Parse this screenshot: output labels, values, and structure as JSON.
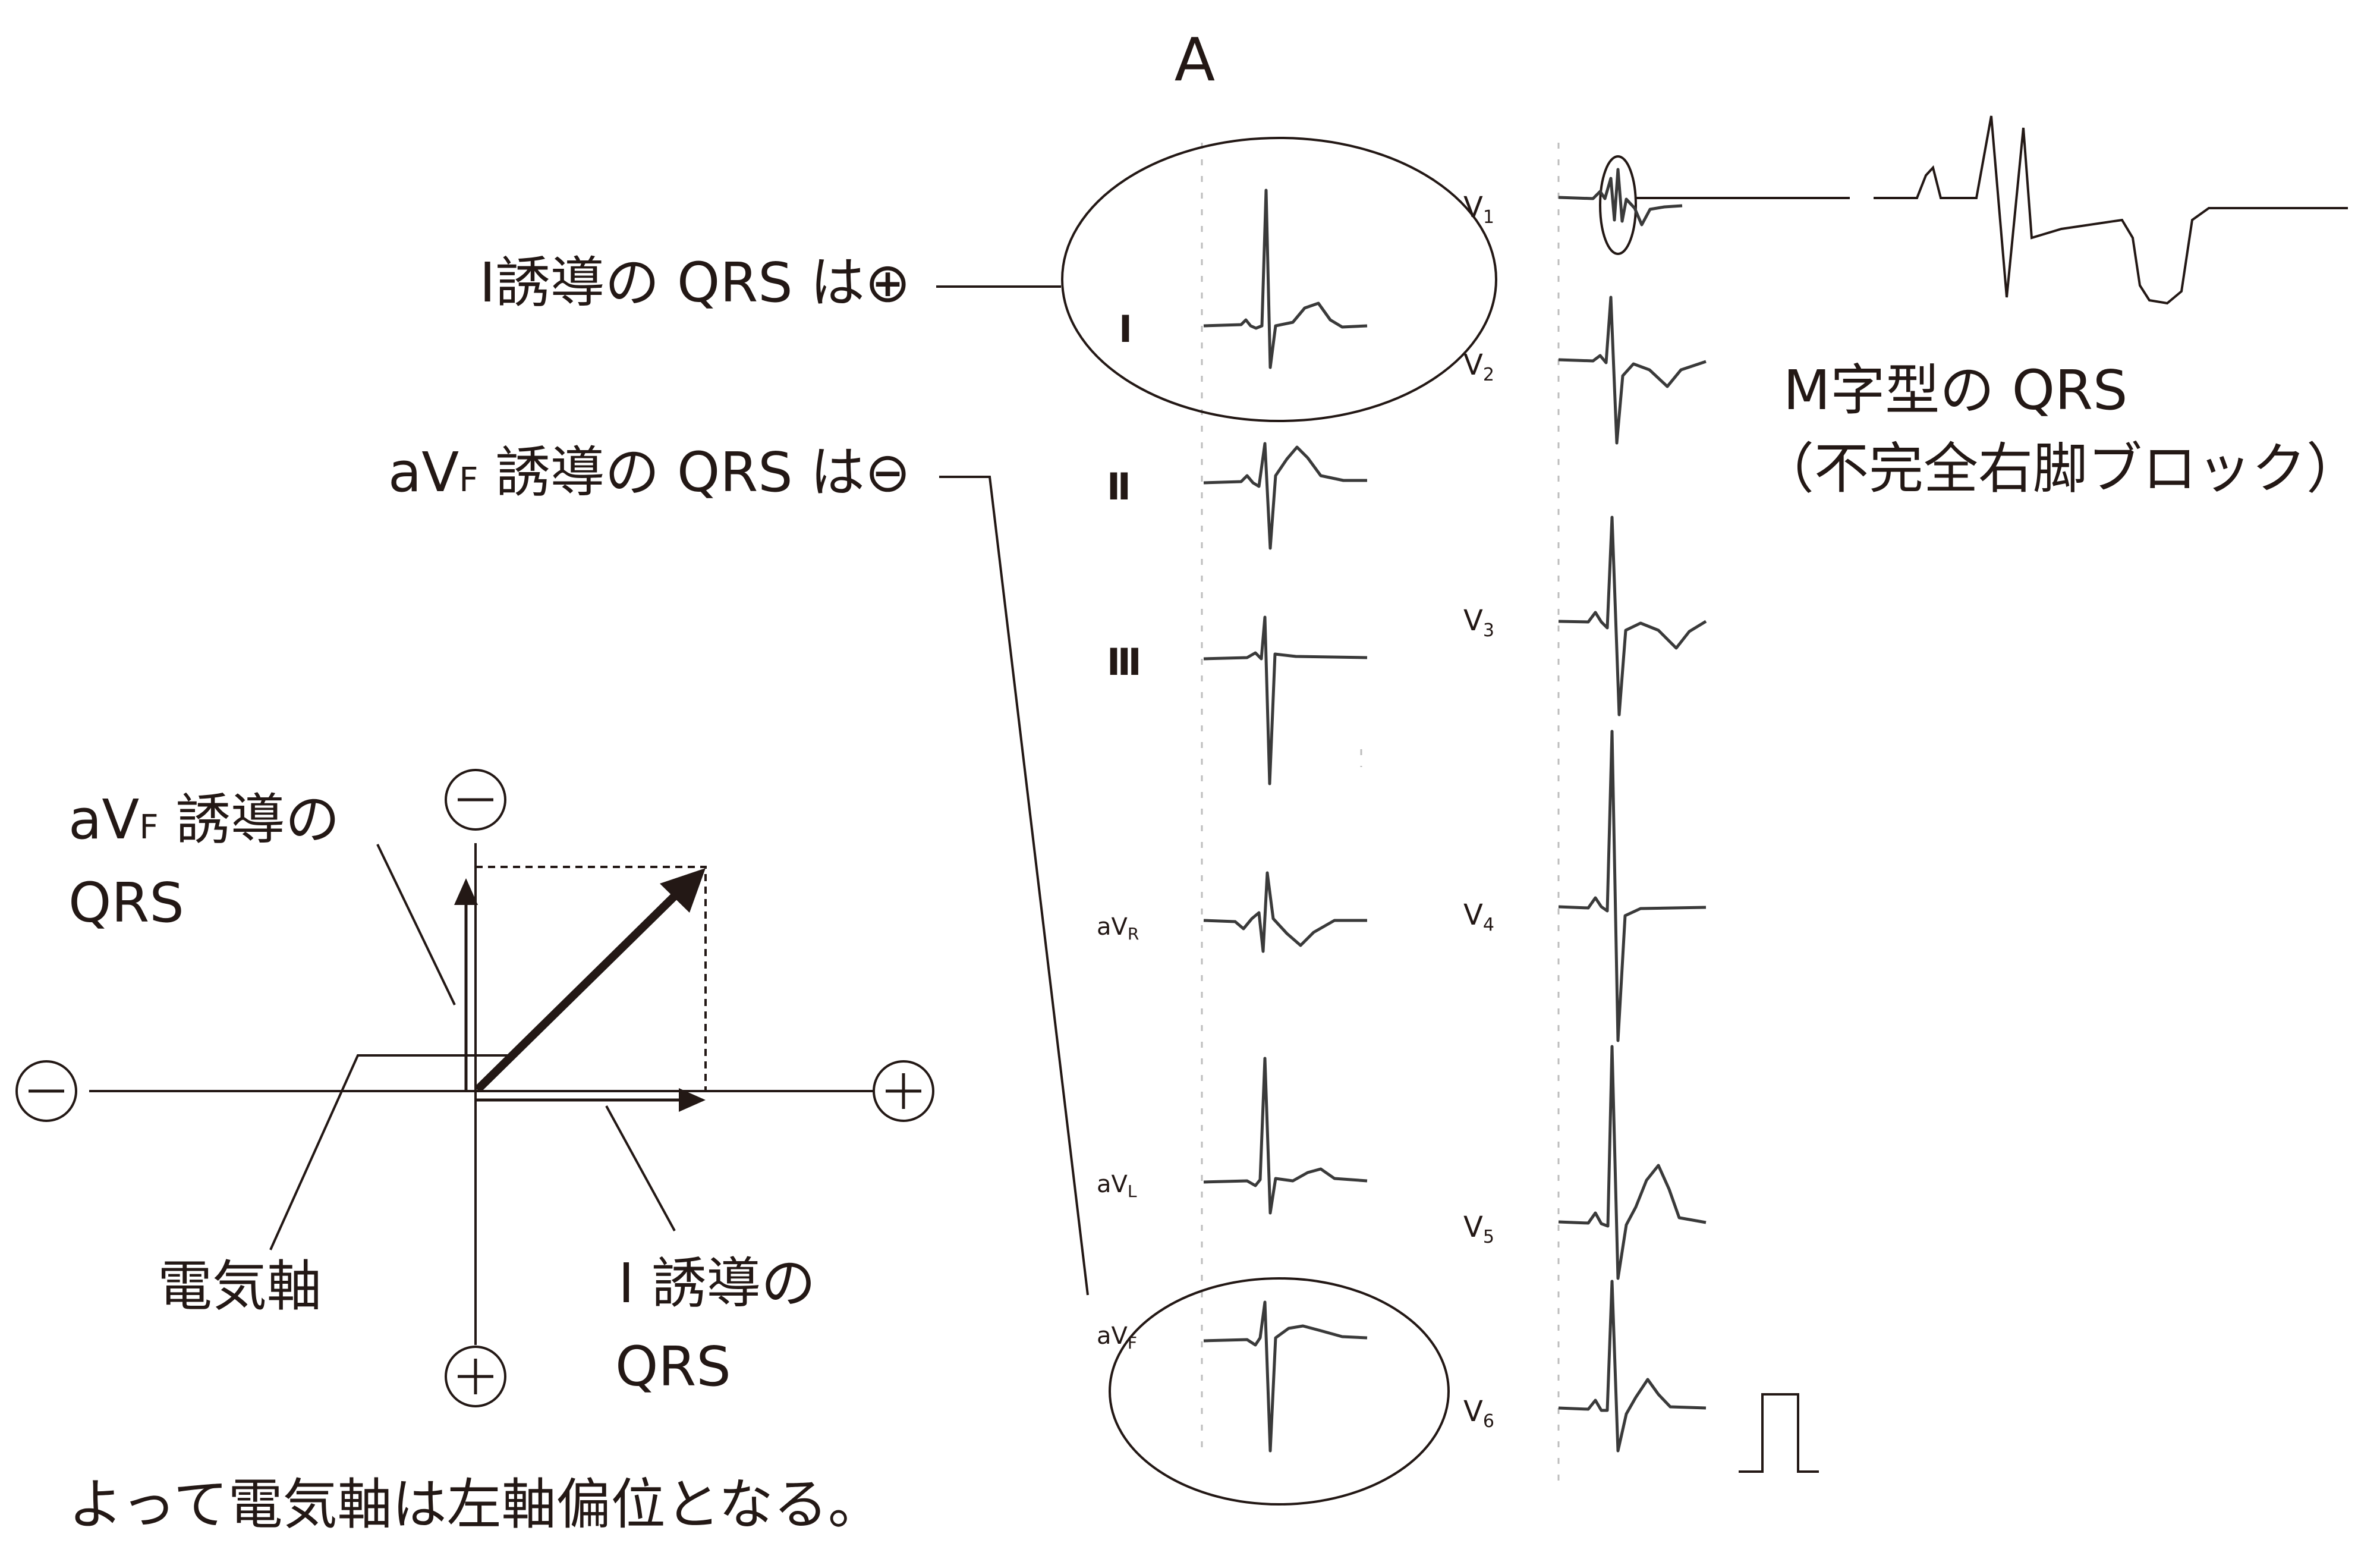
{
  "panel_label": "A",
  "callouts": {
    "lead_i_qrs": "Ⅰ誘導の QRS は⊕",
    "avf_prefix": "aV",
    "avf_sub": "F",
    "avf_qrs": " 誘導の QRS は⊖",
    "m_shape_line1": "M字型の QRS",
    "m_shape_line2": "（不完全右脚ブロック）"
  },
  "limb_leads": {
    "I": "Ⅰ",
    "II": "Ⅱ",
    "III": "Ⅲ",
    "aVR": {
      "prefix": "aV",
      "sub": "R"
    },
    "aVL": {
      "prefix": "aV",
      "sub": "L"
    },
    "aVF": {
      "prefix": "aV",
      "sub": "F"
    }
  },
  "chest_leads": [
    {
      "prefix": "V",
      "sub": "1"
    },
    {
      "prefix": "V",
      "sub": "2"
    },
    {
      "prefix": "V",
      "sub": "3"
    },
    {
      "prefix": "V",
      "sub": "4"
    },
    {
      "prefix": "V",
      "sub": "5"
    },
    {
      "prefix": "V",
      "sub": "6"
    }
  ],
  "axis_diagram": {
    "avf_label_prefix": "aV",
    "avf_label_sub": "F",
    "avf_label_line1": " 誘導の",
    "avf_label_line2": "QRS",
    "electric_axis_label": "電気軸",
    "lead_i_label_line1": "Ⅰ 誘導の",
    "lead_i_label_line2": "QRS",
    "sign_top": "−",
    "sign_bottom": "+",
    "sign_left": "−",
    "sign_right": "+"
  },
  "conclusion": "よって電気軸は左軸偏位となる。"
}
